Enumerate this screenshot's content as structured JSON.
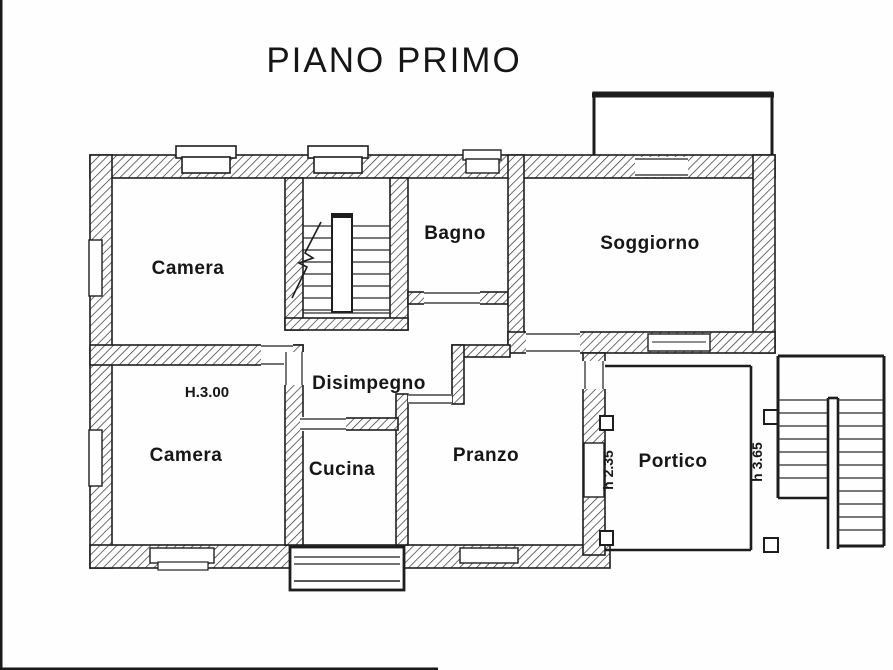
{
  "title": "PIANO PRIMO",
  "labels": {
    "camera_top": "Camera",
    "bagno": "Bagno",
    "soggiorno": "Soggiorno",
    "height_note": "H.3.00",
    "camera_bottom": "Camera",
    "disimpegno": "Disimpegno",
    "cucina": "Cucina",
    "pranzo": "Pranzo",
    "portico": "Portico",
    "portico_height": "h 2.35",
    "stairs_height": "h 3.65"
  },
  "colors": {
    "ink": "#1c1c1c",
    "paper": "#ffffff"
  }
}
